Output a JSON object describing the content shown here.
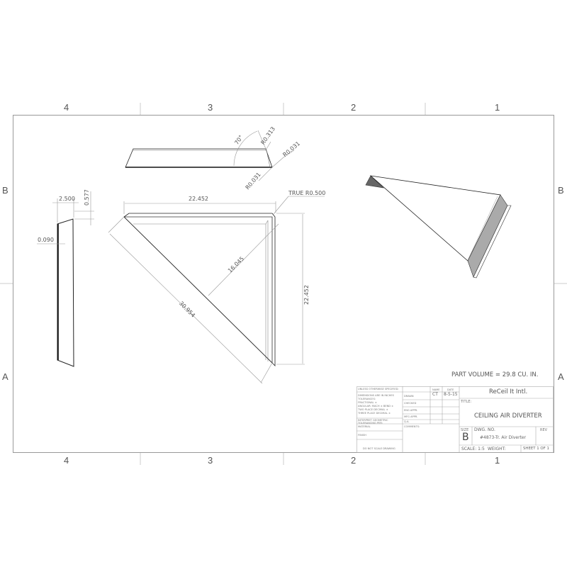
{
  "zones": {
    "columns": [
      "4",
      "3",
      "2",
      "1"
    ],
    "rows": [
      "B",
      "A"
    ]
  },
  "dimensions": {
    "side_view": {
      "width": "2.500",
      "height": "0.577",
      "thickness": "0.090"
    },
    "top_view": {
      "width": "22.452",
      "height": "22.452",
      "hypotenuse": "30.954",
      "altitude": "16.045",
      "corner_radius": "TRUE R0.500"
    },
    "front_view": {
      "angle": "70°",
      "radius_top": "R0.313",
      "radius_right": "R0.031",
      "radius_bottom": "R0.031"
    }
  },
  "part_volume": "PART VOLUME = 29.8 CU. IN.",
  "title_block": {
    "spec_header": "UNLESS OTHERWISE SPECIFIED:",
    "spec_lines": [
      "DIMENSIONS ARE IN INCHES",
      "TOLERANCES:",
      "FRACTIONAL ±",
      "ANGULAR: MACH ±    BEND ±",
      "TWO PLACE DECIMAL    ±",
      "THREE PLACE DECIMAL   ±"
    ],
    "interpret": [
      "INTERPRET GEOMETRIC",
      "TOLERANCING PER:"
    ],
    "material_label": "MATERIAL",
    "finish_label": "FINISH",
    "do_not_scale": "DO NOT SCALE DRAWING",
    "col_name": "NAME",
    "col_date": "DATE",
    "rows": [
      {
        "label": "DRAWN",
        "name": "CT",
        "date": "8-5-15"
      },
      {
        "label": "CHECKED",
        "name": "",
        "date": ""
      },
      {
        "label": "ENG APPR.",
        "name": "",
        "date": ""
      },
      {
        "label": "MFG APPR.",
        "name": "",
        "date": ""
      },
      {
        "label": "Q.A.",
        "name": "",
        "date": ""
      }
    ],
    "comments_label": "COMMENTS:",
    "company": "ReCeil It Intl.",
    "title_label": "TITLE:",
    "title": "CEILING AIR DIVERTER",
    "size_label": "SIZE",
    "size": "B",
    "dwg_no_label": "DWG.  NO.",
    "dwg_no": "#4873-Tr. Air Diverter",
    "rev_label": "REV",
    "scale": "SCALE: 1:5",
    "weight": "WEIGHT:",
    "sheet": "SHEET 1 OF 1"
  }
}
